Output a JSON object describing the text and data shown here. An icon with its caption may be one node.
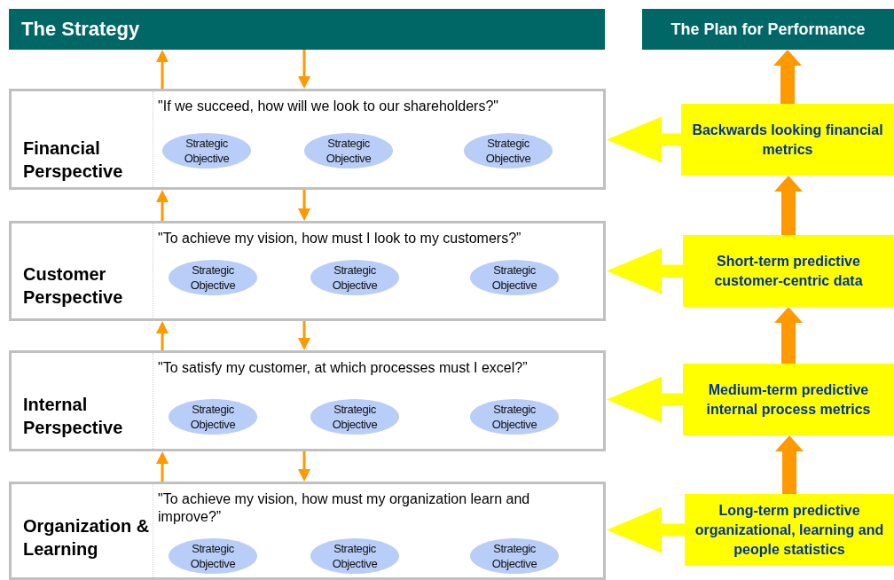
{
  "diagram": {
    "nodes": [
      {
        "text": [
          "The Strategy"
        ]
      },
      {
        "text": [
          "The Plan for Performance"
        ]
      },
      {
        "text": [
          "Financial Perspective",
          "\"If we succeed, how will we look to our shareholders?\""
        ]
      },
      {
        "text": [
          "Strategic Objective"
        ],
        "in": 2
      },
      {
        "text": [
          "Strategic Objective"
        ],
        "in": 2
      },
      {
        "text": [
          "Strategic Objective"
        ],
        "in": 2
      },
      {
        "text": [
          "Backwards looking financial metrics"
        ]
      },
      {
        "text": [
          "Customer Perspective",
          "\"To achieve my vision, how must I look to my customers?”"
        ]
      },
      {
        "text": [
          "Strategic Objective"
        ],
        "in": 7
      },
      {
        "text": [
          "Strategic Objective"
        ],
        "in": 7
      },
      {
        "text": [
          "Strategic Objective"
        ],
        "in": 7
      },
      {
        "text": [
          "Short-term predictive customer-centric data"
        ]
      },
      {
        "text": [
          "Internal Perspective",
          "\"To satisfy my customer, at which processes must I excel?”"
        ]
      },
      {
        "text": [
          "Strategic Objective"
        ],
        "in": 12
      },
      {
        "text": [
          "Strategic Objective"
        ],
        "in": 12
      },
      {
        "text": [
          "Strategic Objective"
        ],
        "in": 12
      },
      {
        "text": [
          "Medium-term predictive internal process metrics"
        ]
      },
      {
        "text": [
          "Organization & Learning",
          "\"To achieve my vision, how must my organization learn and improve?”"
        ]
      },
      {
        "text": [
          "Strategic Objective"
        ],
        "in": 17
      },
      {
        "text": [
          "Strategic Objective"
        ],
        "in": 17
      },
      {
        "text": [
          "Strategic Objective"
        ],
        "in": 17
      },
      {
        "text": [
          "Long-term predictive organizational, learning and people statistics"
        ]
      }
    ],
    "edges": [
      {
        "from": 2,
        "to": 0,
        "arrow": "to"
      },
      {
        "from": 0,
        "to": 2,
        "arrow": "to"
      },
      {
        "from": 7,
        "to": 2,
        "arrow": "to"
      },
      {
        "from": 2,
        "to": 7,
        "arrow": "to"
      },
      {
        "from": 12,
        "to": 7,
        "arrow": "to"
      },
      {
        "from": 7,
        "to": 12,
        "arrow": "to"
      },
      {
        "from": 17,
        "to": 12,
        "arrow": "to"
      },
      {
        "from": 12,
        "to": 17,
        "arrow": "to"
      },
      {
        "from": 6,
        "to": 1,
        "arrow": "to",
        "style": "thick"
      },
      {
        "from": 11,
        "to": 6,
        "arrow": "to",
        "style": "thick"
      },
      {
        "from": 16,
        "to": 11,
        "arrow": "to",
        "style": "thick"
      },
      {
        "from": 21,
        "to": 16,
        "arrow": "to",
        "style": "thick"
      },
      {
        "from": 6,
        "to": 2,
        "arrow": "to",
        "style": "thick",
        "color": "#ffff00"
      },
      {
        "from": 11,
        "to": 7,
        "arrow": "to",
        "style": "thick",
        "color": "#ffff00"
      },
      {
        "from": 16,
        "to": 12,
        "arrow": "to",
        "style": "thick",
        "color": "#ffff00"
      },
      {
        "from": 21,
        "to": 17,
        "arrow": "to",
        "style": "thick",
        "color": "#ffff00"
      }
    ]
  }
}
